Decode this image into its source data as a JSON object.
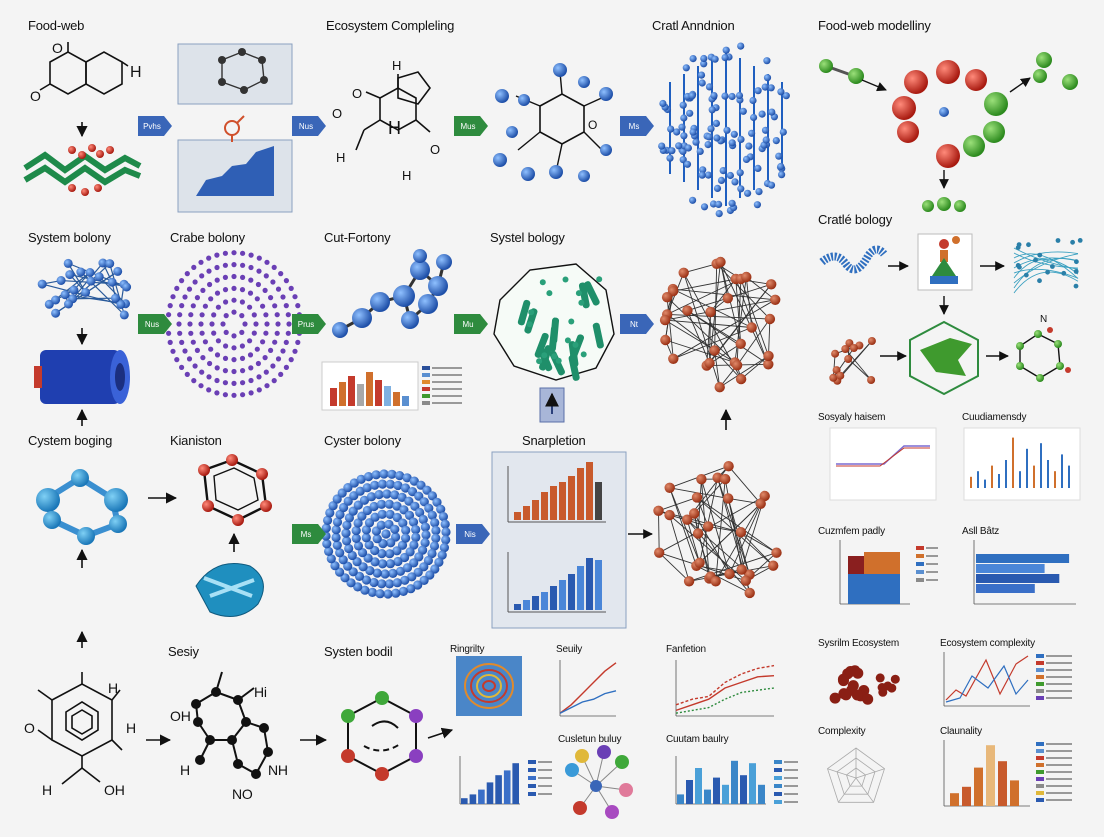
{
  "labels": {
    "r1c1": "Food-web",
    "r1c2": "Ecosystem Compleling",
    "r1c4": "Cratl Anndnion",
    "r1c6": "Food-web modelliny",
    "r2c1": "System bolony",
    "r2c2": "Crabe bolony",
    "r2c3": "Cut-Fortony",
    "r2c4": "Systel bology",
    "r2c6": "Cratlé bology",
    "r3c1": "Cystem boging",
    "r3c2": "Kianiston",
    "r3c3": "Cyster bolony",
    "r3c4": "Snarpletion",
    "r4c2": "Sesiy",
    "r4c3": "Systen bodil",
    "mini1": "Sosyaly haisem",
    "mini2": "Cuudiamensdy",
    "mini3": "Cuzmfem padly",
    "mini4": "Asll Bâtz",
    "mini5": "Sysrilm Ecosystem",
    "mini6": "Ecosystem complexity",
    "mini7": "Complexity",
    "mini8": "Claunality",
    "mini9": "Ringrilty",
    "mini10": "Seuily",
    "mini11": "Fanfetion",
    "mini12": "Cusletun buluy",
    "mini13": "Cuutam baulry"
  },
  "atoms": {
    "a1": "H",
    "a2": "O",
    "a3": "O",
    "a4": "H",
    "a5": "O",
    "a6": "H",
    "a7": "O",
    "a8": "H",
    "a9": "O",
    "a10": "H",
    "a11": "H",
    "a12": "O",
    "a13": "H",
    "a14": "OH",
    "a15": "H",
    "a16": "Hi",
    "a17": "OH",
    "a18": "H",
    "a19": "NH",
    "a20": "NO",
    "a21": "N",
    "a22": "O"
  },
  "buttons": {
    "b1": "Pvhs",
    "b2": "Nus",
    "b3": "Mus",
    "b4": "Ms",
    "b5": "Nus",
    "b6": "Prus",
    "b7": "Mu",
    "b8": "Nt",
    "b9": "Ms",
    "b10": "Nis"
  },
  "colors": {
    "blue": "#2f6fc0",
    "darkblue": "#1f3f9a",
    "green": "#1e8a4a",
    "red": "#c43a2c",
    "purple": "#6a3fb5",
    "teal": "#1f8f7a",
    "orange": "#d0702c",
    "buttonBlue": "#3a66b8",
    "buttonGreen": "#2e8b3e"
  }
}
